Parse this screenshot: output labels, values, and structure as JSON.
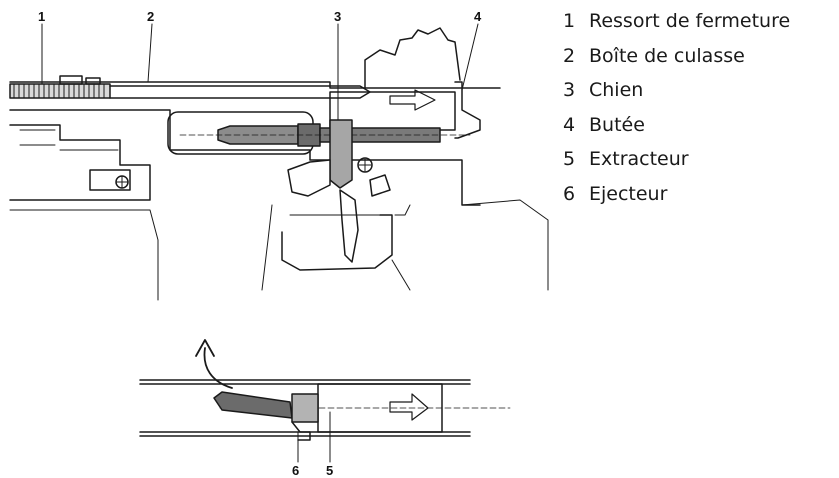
{
  "callouts": {
    "c1": "1",
    "c2": "2",
    "c3": "3",
    "c4": "4",
    "c5": "5",
    "c6": "6"
  },
  "legend": [
    {
      "num": "1",
      "label": "Ressort de fermeture"
    },
    {
      "num": "2",
      "label": "Boîte de culasse"
    },
    {
      "num": "3",
      "label": "Chien"
    },
    {
      "num": "4",
      "label": "Butée"
    },
    {
      "num": "5",
      "label": "Extracteur"
    },
    {
      "num": "6",
      "label": "Ejecteur"
    }
  ],
  "colors": {
    "ink": "#1a1a1a",
    "part_shade": "#8c8c8c",
    "bolt_shade": "#6b6b6b",
    "paper": "#ffffff"
  }
}
